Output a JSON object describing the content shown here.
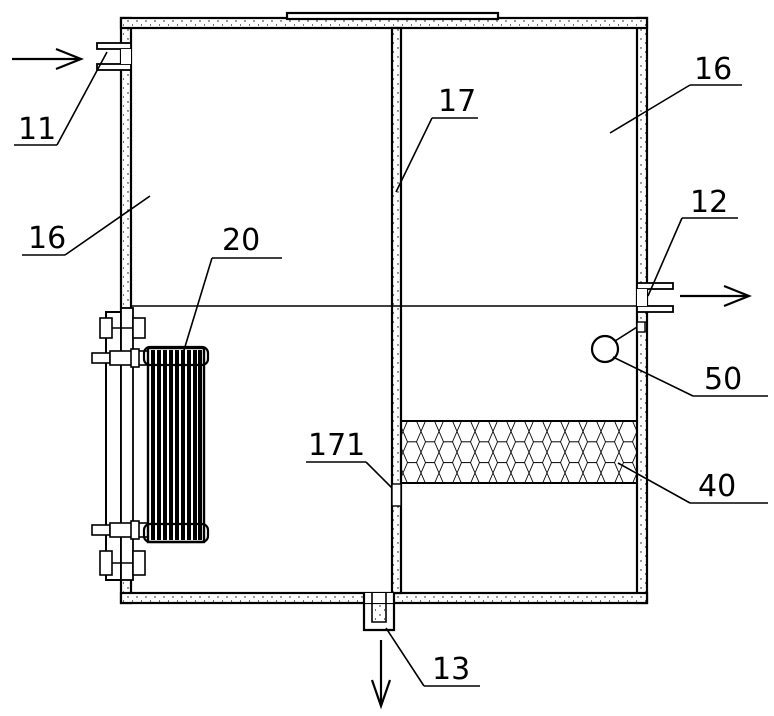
{
  "figure": {
    "labels": {
      "inlet": "11",
      "outlet": "12",
      "drain": "13",
      "chamber_left": "16",
      "chamber_right": "16",
      "partition": "17",
      "partition_gap": "171",
      "heater": "20",
      "filter_media": "40",
      "float_sensor": "50"
    }
  }
}
